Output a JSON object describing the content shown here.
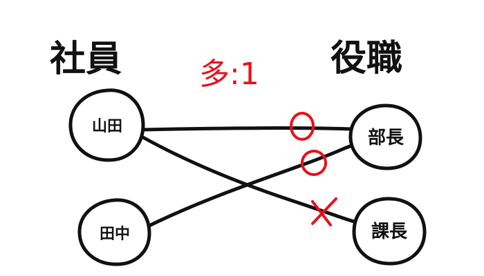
{
  "headings": {
    "left": "社員",
    "right": "役職"
  },
  "relation_note": "多:1",
  "employees": [
    "山田",
    "田中"
  ],
  "positions": [
    "部長",
    "課長"
  ],
  "link_marks": {
    "ok": "○",
    "ng": "×"
  },
  "colors": {
    "ink": "#111111",
    "annotation": "#e8101a",
    "background": "#ffffff"
  }
}
